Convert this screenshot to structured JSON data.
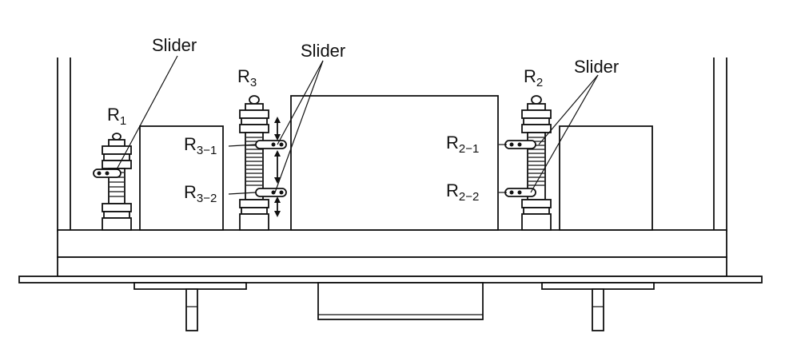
{
  "labels": {
    "slider": "Slider",
    "r1": {
      "main": "R",
      "sub": "1"
    },
    "r2": {
      "main": "R",
      "sub": "2"
    },
    "r3": {
      "main": "R",
      "sub": "3"
    },
    "r3_1": {
      "main": "R",
      "sub": "3−1"
    },
    "r3_2": {
      "main": "R",
      "sub": "3−2"
    },
    "r2_1": {
      "main": "R",
      "sub": "2−1"
    },
    "r2_2": {
      "main": "R",
      "sub": "2−2"
    }
  },
  "icons": {
    "adjust_arrow": "double-headed-arrow-icon"
  }
}
